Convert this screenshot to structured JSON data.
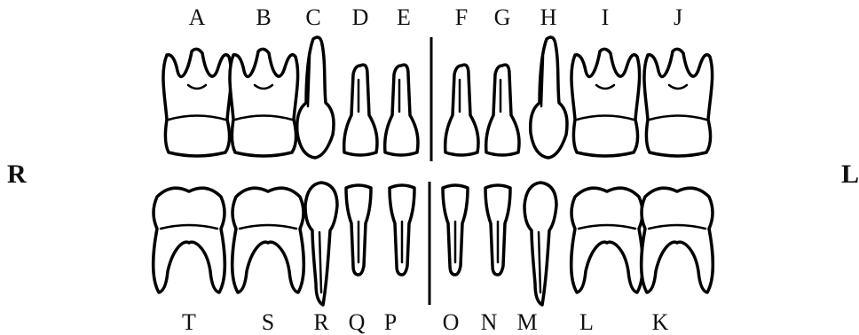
{
  "side_labels": {
    "right": "R",
    "left": "L"
  },
  "upper_teeth": [
    {
      "letter": "A",
      "type": "molar"
    },
    {
      "letter": "B",
      "type": "molar"
    },
    {
      "letter": "C",
      "type": "canine"
    },
    {
      "letter": "D",
      "type": "incisor"
    },
    {
      "letter": "E",
      "type": "incisor"
    },
    {
      "letter": "F",
      "type": "incisor"
    },
    {
      "letter": "G",
      "type": "incisor"
    },
    {
      "letter": "H",
      "type": "canine"
    },
    {
      "letter": "I",
      "type": "molar"
    },
    {
      "letter": "J",
      "type": "molar"
    }
  ],
  "lower_teeth": [
    {
      "letter": "T",
      "type": "molar"
    },
    {
      "letter": "S",
      "type": "molar"
    },
    {
      "letter": "R",
      "type": "canine"
    },
    {
      "letter": "Q",
      "type": "incisor"
    },
    {
      "letter": "P",
      "type": "incisor"
    },
    {
      "letter": "O",
      "type": "incisor"
    },
    {
      "letter": "N",
      "type": "incisor"
    },
    {
      "letter": "M",
      "type": "canine"
    },
    {
      "letter": "L",
      "type": "molar"
    },
    {
      "letter": "K",
      "type": "molar"
    }
  ]
}
